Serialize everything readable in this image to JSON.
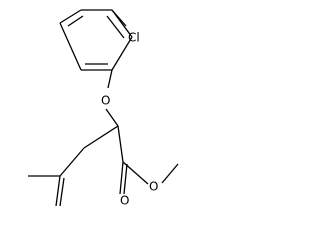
{
  "molecule": {
    "atoms": {
      "chlorine": "Cl",
      "ether_oxygen": "O",
      "carbonyl_oxygen": "O",
      "ester_oxygen": "O"
    }
  },
  "colors": {
    "bond": "#000000",
    "background": "#ffffff"
  }
}
